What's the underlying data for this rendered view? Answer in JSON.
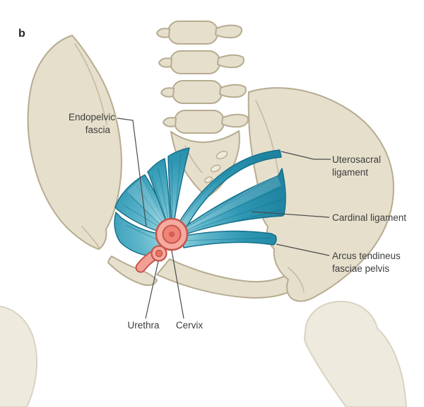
{
  "figure": {
    "panel_label": "b",
    "labels": {
      "endopelvic_fascia": {
        "line1": "Endopelvic",
        "line2": "fascia"
      },
      "uterosacral_ligament": {
        "line1": "Uterosacral",
        "line2": "ligament"
      },
      "cardinal_ligament": "Cardinal ligament",
      "arcus_tendineus": {
        "line1": "Arcus tendineus",
        "line2": "fasciae pelvis"
      },
      "urethra": "Urethra",
      "cervix": "Cervix"
    },
    "colors": {
      "background": "#ffffff",
      "bone_fill": "#e5dfcc",
      "bone_outline": "#b7ac90",
      "bone_faded_fill": "#eeeadd",
      "bone_faded_outline": "#d9d3c1",
      "fascia_teal": "#2f97b3",
      "fascia_teal_light": "#a8dbe6",
      "fascia_teal_dark": "#126d88",
      "organ_pink_light": "#f5ab9f",
      "organ_pink": "#ef8478",
      "organ_pink_outline": "#c8544a",
      "label_text": "#3d3d3d",
      "leader_line": "#4b4b4b"
    }
  }
}
